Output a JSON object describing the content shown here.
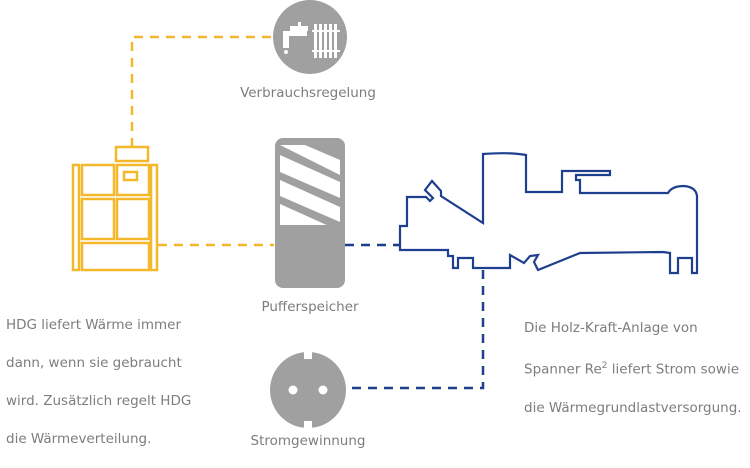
{
  "colors": {
    "hdg_yellow": "#f5b82a",
    "spanner_blue": "#1d3f8e",
    "icon_gray": "#a0a0a0",
    "text_gray": "#7d7d7d",
    "background": "#ffffff"
  },
  "nodes": {
    "consumption": {
      "label": "Verbrauchsregelung",
      "icon": "tap-radiator-icon"
    },
    "buffer": {
      "label": "Pufferspeicher",
      "icon": "buffer-tank-icon"
    },
    "power": {
      "label": "Stromgewinnung",
      "icon": "power-socket-icon"
    },
    "hdg": {
      "icon": "hdg-boiler-icon",
      "description_lines": [
        "HDG liefert Wärme immer",
        "dann, wenn sie gebraucht",
        "wird. Zusätzlich regelt HDG",
        "die Wärmeverteilung."
      ]
    },
    "spanner": {
      "icon": "wood-power-plant-icon",
      "description_line1": "Die Holz-Kraft-Anlage von",
      "description_line2_pre": "Spanner Re",
      "description_line2_sup": "2",
      "description_line2_post": " liefert Strom sowie",
      "description_line3": "die Wärmegrundlastversorgung."
    }
  },
  "connections": [
    {
      "from": "hdg",
      "to": "consumption",
      "color": "hdg_yellow",
      "style": "dashed"
    },
    {
      "from": "hdg",
      "to": "buffer",
      "color": "hdg_yellow",
      "style": "dashed"
    },
    {
      "from": "buffer",
      "to": "spanner",
      "color": "spanner_blue",
      "style": "dashed"
    },
    {
      "from": "spanner",
      "to": "power",
      "color": "spanner_blue",
      "style": "dashed"
    }
  ]
}
